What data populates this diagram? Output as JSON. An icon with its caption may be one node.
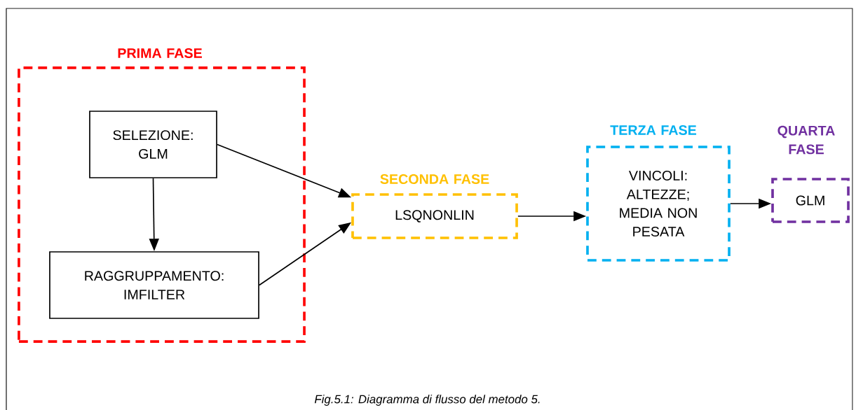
{
  "diagram": {
    "caption": "Fig.5.1: Diagramma di flusso del metodo 5.",
    "nodes": [
      {
        "text": [
          "PRIMA FASE"
        ]
      },
      {
        "text": [
          "SELEZIONE: GLM"
        ],
        "in": 0
      },
      {
        "text": [
          "RAGGRUPPAMENTO: IMFILTER"
        ],
        "in": 0
      },
      {
        "text": [
          "SECONDA FASE",
          "LSQNONLIN"
        ]
      },
      {
        "text": [
          "TERZA FASE",
          "VINCOLI: ALTEZZE; MEDIA NON PESATA"
        ]
      },
      {
        "text": [
          "QUARTA FASE",
          "GLM"
        ]
      }
    ],
    "edges": [
      {
        "from": 1,
        "to": 2,
        "arrow": "to"
      },
      {
        "from": 1,
        "to": 3,
        "arrow": "to"
      },
      {
        "from": 2,
        "to": 3,
        "arrow": "to"
      },
      {
        "from": 3,
        "to": 4,
        "arrow": "to"
      },
      {
        "from": 4,
        "to": 5,
        "arrow": "to"
      }
    ]
  }
}
